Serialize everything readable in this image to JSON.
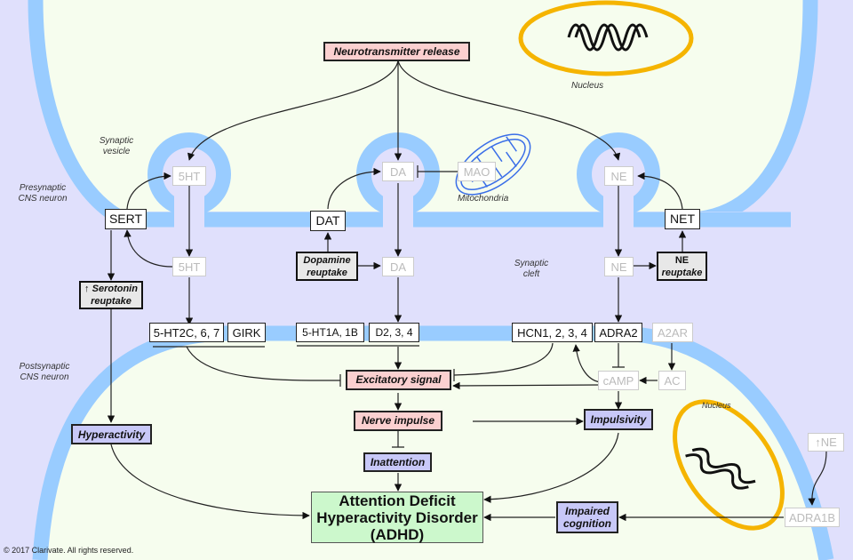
{
  "title": "ADHD neurotransmitter pathway",
  "colors": {
    "extracellular": "#e0e0fc",
    "cytoplasm": "#f6fdee",
    "membrane": "#99ccff",
    "nucleus_ring": "#f5b400",
    "mitochondria": "#3a6ee8",
    "process_pink": "#fbd0d0",
    "phenotype_lavender": "#c8c8f8",
    "disease_green": "#ccf8cc"
  },
  "labels": {
    "presynaptic": "Presynaptic CNS neuron",
    "postsynaptic": "Postsynaptic CNS neuron",
    "synaptic_vesicle": "Synaptic vesicle",
    "synaptic_cleft": "Synaptic cleft",
    "mitochondria": "Mitochondria",
    "nucleus_top": "Nucleus",
    "nucleus_bottom": "Nucleus",
    "copyright": "© 2017 Clarivate. All rights reserved."
  },
  "nodes": {
    "neurotransmitter_release": "Neurotransmitter release",
    "sert": "SERT",
    "ht5_vesicle": "5HT",
    "ht5_cleft": "5HT",
    "serotonin_reuptake_arrow": "↑",
    "serotonin_reuptake_1": "Serotonin",
    "serotonin_reuptake_2": "reuptake",
    "dat": "DAT",
    "da_vesicle": "DA",
    "da_cleft": "DA",
    "mao": "MAO",
    "dopamine_reuptake_1": "Dopamine",
    "dopamine_reuptake_2": "reuptake",
    "ne_vesicle": "NE",
    "ne_cleft": "NE",
    "net": "NET",
    "ne_reuptake_1": "NE",
    "ne_reuptake_2": "reuptake",
    "ht2c": "5-HT2C, 6, 7",
    "girk": "GIRK",
    "ht1a": "5-HT1A, 1B",
    "d234": "D2, 3, 4",
    "hcn": "HCN1, 2, 3, 4",
    "adra2": "ADRA2",
    "a2ar": "A2AR",
    "camp": "cAMP",
    "ac": "AC",
    "excitatory_signal": "Excitatory signal",
    "nerve_impulse": "Nerve impulse",
    "inattention": "Inattention",
    "impulsivity": "Impulsivity",
    "hyperactivity": "Hyperactivity",
    "impaired_cognition_1": "Impaired",
    "impaired_cognition_2": "cognition",
    "ne_up": "↑NE",
    "adra1b": "ADRA1B",
    "adhd_1": "Attention Deficit",
    "adhd_2": "Hyperactivity Disorder",
    "adhd_3": "(ADHD)"
  }
}
